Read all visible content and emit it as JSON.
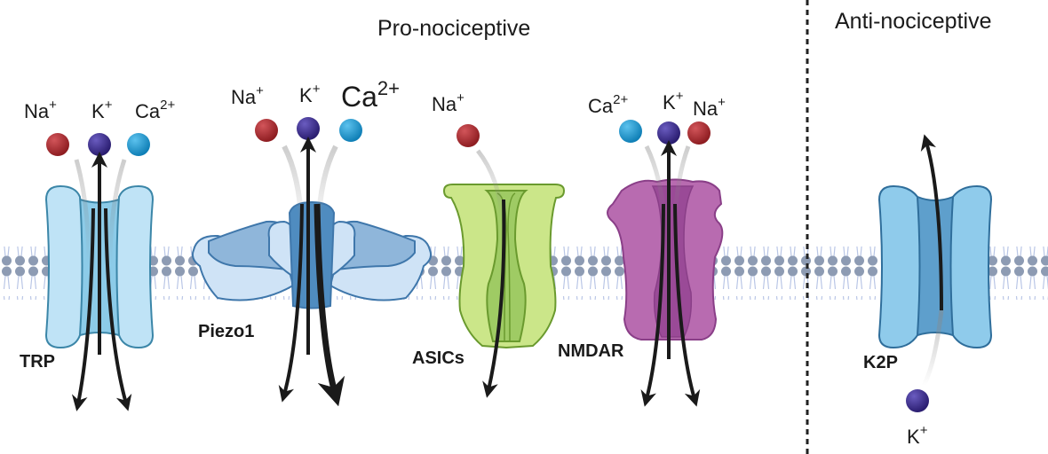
{
  "headers": {
    "pro": "Pro-nociceptive",
    "anti": "Anti-nociceptive"
  },
  "colors": {
    "na": "#a8272b",
    "k": "#3b2c8e",
    "ca": "#1a9ad6",
    "membrane_head": "#8d9bb3",
    "membrane_tail": "#b9c6e6",
    "trp_fill": "#bfe3f6",
    "trp_pore": "#8ccbe8",
    "trp_stroke": "#3b86a8",
    "piezo_fill": "#cfe3f6",
    "piezo_mid": "#8fb6da",
    "piezo_core": "#4f8cc0",
    "piezo_stroke": "#3f77ab",
    "asic_fill": "#cbe689",
    "asic_pore": "#9fcb64",
    "asic_stroke": "#6a9a2e",
    "nmdar_fill": "#b86bb0",
    "nmdar_pore": "#9a4a97",
    "nmdar_stroke": "#8a3f88",
    "k2p_fill": "#8fcbeb",
    "k2p_pore": "#5e9fcc",
    "k2p_stroke": "#2f6e9b",
    "arrow": "#1a1a1a",
    "divider": "#222222"
  },
  "channels": {
    "trp": {
      "name": "TRP",
      "ions": [
        {
          "symbol": "Na",
          "charge": "+"
        },
        {
          "symbol": "K",
          "charge": "+"
        },
        {
          "symbol": "Ca",
          "charge": "2+"
        }
      ]
    },
    "piezo": {
      "name": "Piezo1",
      "ions": [
        {
          "symbol": "Na",
          "charge": "+"
        },
        {
          "symbol": "K",
          "charge": "+"
        },
        {
          "symbol": "Ca",
          "charge": "2+"
        }
      ]
    },
    "asic": {
      "name": "ASICs",
      "ions": [
        {
          "symbol": "Na",
          "charge": "+"
        }
      ]
    },
    "nmdar": {
      "name": "NMDAR",
      "ions": [
        {
          "symbol": "Ca",
          "charge": "2+"
        },
        {
          "symbol": "K",
          "charge": "+"
        },
        {
          "symbol": "Na",
          "charge": "+"
        }
      ]
    },
    "k2p": {
      "name": "K2P",
      "ions": [
        {
          "symbol": "K",
          "charge": "+"
        }
      ]
    }
  }
}
